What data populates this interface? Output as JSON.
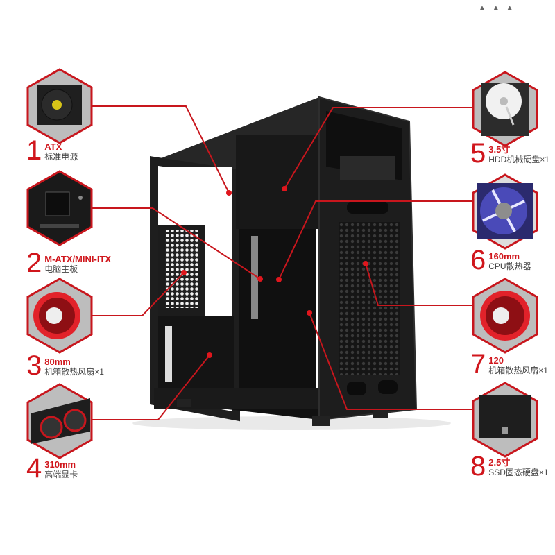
{
  "title": "Computer case component diagram",
  "colors": {
    "accent": "#d0161c",
    "line": "#c8161d",
    "hex_fill": "#bdbdbd",
    "case": "#1b1b1b",
    "text_gray": "#444444"
  },
  "components_left": [
    {
      "number": "1",
      "spec": "ATX",
      "desc": "标准电源",
      "image": "power-supply"
    },
    {
      "number": "2",
      "spec": "M-ATX/MINI-ITX",
      "desc": "电脑主板",
      "image": "motherboard"
    },
    {
      "number": "3",
      "spec": "80mm",
      "desc": "机箱散热风扇×1",
      "image": "red-case-fan"
    },
    {
      "number": "4",
      "spec": "310mm",
      "desc": "高端显卡",
      "image": "graphics-card"
    }
  ],
  "components_right": [
    {
      "number": "5",
      "spec": "3.5寸",
      "desc": "HDD机械硬盘×1",
      "image": "hard-disk"
    },
    {
      "number": "6",
      "spec": "160mm",
      "desc": "CPU散热器",
      "image": "cpu-cooler"
    },
    {
      "number": "7",
      "spec": "120",
      "desc": "机箱散热风扇×1",
      "image": "red-case-fan"
    },
    {
      "number": "8",
      "spec": "2.5寸",
      "desc": "SSD固态硬盘×1",
      "image": "ssd"
    }
  ],
  "top_mark": "▲▲▲"
}
